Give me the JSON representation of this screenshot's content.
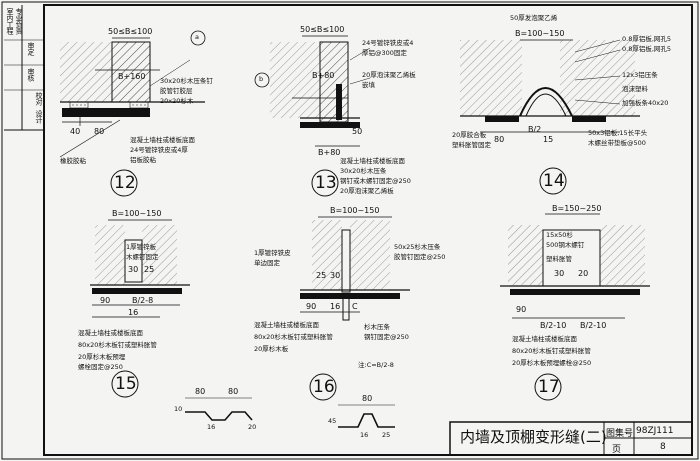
{
  "sidebar": {
    "lines": [
      "室内工程",
      "专业负责",
      "审定",
      "审核",
      "校对",
      "设计"
    ]
  },
  "titleblock": {
    "title": "内墙及顶棚变形缝(二)",
    "atlas_label": "图集号",
    "atlas_no": "98ZJ111",
    "page_label": "页",
    "page_no": "8"
  },
  "details": {
    "d12": {
      "number": "12",
      "dim_top": "50≤B≤100",
      "dim_b": "B+160",
      "bubble": "a",
      "note1": "30x20杉木压条钉",
      "note2": "胶管钉胶层",
      "note3": "20x20杉木",
      "dim_40": "40",
      "dim_80": "80",
      "lower1": "混凝土墙柱或楼板底面",
      "lower2": "24号镀锌铁皮或4厚",
      "lower3": "铝板胶粘",
      "label_rubber": "橡胶胶粘"
    },
    "d13": {
      "number": "13",
      "dim_top": "50≤B≤100",
      "dim_b": "B+80",
      "dim_b2": "B+80",
      "bubble": "b",
      "n1": "24号镀锌铁皮或4",
      "n2": "厚铝@300固定",
      "n3": "20厚泡沫聚乙烯板",
      "n4": "嵌填",
      "dim_50": "50",
      "lower1": "混凝土墙柱或楼板底面",
      "lower2": "30x20杉木压条",
      "lower3": "钢钉或木螺钉固定@250",
      "lower4": "20厚泡沫聚乙烯板"
    },
    "d14": {
      "number": "14",
      "dim_top": "50厚发泡聚乙烯",
      "dim_b": "B=100~150",
      "r1": "0.8厚铝板,网孔5",
      "r2": "0.8厚铝板,网孔5",
      "r3": "12x3铝压条",
      "r4": "泡沫塑料",
      "r5": "加强板条40x20",
      "l1": "20厚胶合板",
      "l2": "塑料胀管固定",
      "dim_80": "80",
      "dim_b2": "B/2",
      "dim_15": "15",
      "b1": "50x3铝板,15长平头",
      "b2": "木螺丝带垫板@500"
    },
    "d15": {
      "number": "15",
      "dim_b": "B=100~150",
      "n1": "1厚镀锌板",
      "n2": "木螺钉固定",
      "dim_30": "30",
      "dim_25": "25",
      "dim_90": "90",
      "dim_b2": "B/2-8",
      "dim_16": "16",
      "l1": "混凝土墙柱或楼板底面",
      "l2": "80x20杉木板钉或塑料胀管",
      "l3": "20厚杉木板预埋",
      "l4": "螺栓固定@250"
    },
    "d16": {
      "number": "16",
      "dim_b": "B=100~150",
      "n1": "1厚镀锌铁皮",
      "n2": "单边固定",
      "n3": "50x25杉木压条",
      "n4": "胶管钉固定@250",
      "dim_25": "25",
      "dim_30": "30",
      "dim_90": "90",
      "dim_16": "16",
      "dim_c": "C",
      "l1": "混凝土墙柱或楼板底面",
      "l2": "80x20杉木板钉或塑料胀管",
      "l3": "20厚杉木板",
      "n5": "杉木压条",
      "n6": "钢钉固定@250",
      "note": "注:C=B/2-8"
    },
    "d17": {
      "number": "17",
      "dim_b": "B=150~250",
      "n1": "15x50杉",
      "n2": "500钢木螺钉",
      "n3": "塑料胀管",
      "dim_30": "30",
      "dim_20": "20",
      "dim_90": "90",
      "dim_b1": "B/2-10",
      "dim_b2": "B/2-10",
      "l1": "混凝土墙柱或楼板底面",
      "l2": "80x20杉木板钉或塑料胀管",
      "l3": "20厚杉木板预埋螺栓@250"
    }
  },
  "profiles": {
    "p1": {
      "d80a": "80",
      "d80b": "80",
      "d10": "10",
      "d16": "16",
      "d20": "20"
    },
    "p2": {
      "d80": "80",
      "d45": "45",
      "d16": "16",
      "d25": "25"
    }
  }
}
